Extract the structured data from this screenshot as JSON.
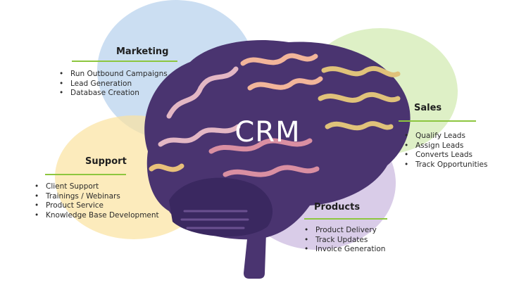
{
  "center_label": "CRM",
  "colors": {
    "marketing": "#a8c8ea",
    "sales": "#c8e6a0",
    "support": "#fbe2a0",
    "products": "#c4b0dc",
    "accent_rule": "#8dc63f",
    "brain_base": "#4a3470"
  },
  "sections": {
    "marketing": {
      "title": "Marketing",
      "items": [
        "Run Outbound Campaigns",
        "Lead Generation",
        "Database Creation"
      ]
    },
    "sales": {
      "title": "Sales",
      "items": [
        "Qualify Leads",
        "Assign Leads",
        "Converts Leads",
        "Track Opportunities"
      ]
    },
    "support": {
      "title": "Support",
      "items": [
        "Client Support",
        "Trainings / Webinars",
        "Product Service",
        "Knowledge Base Development"
      ]
    },
    "products": {
      "title": "Products",
      "items": [
        "Product Delivery",
        "Track Updates",
        "Invoice Generation"
      ]
    }
  }
}
